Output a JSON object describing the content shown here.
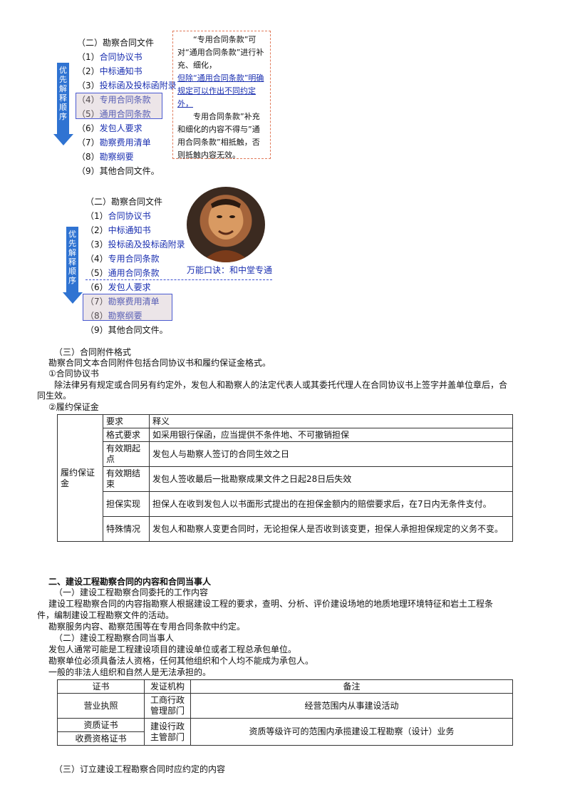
{
  "list1": {
    "title": "（二）勘察合同文件",
    "items": [
      {
        "num": "（1）",
        "text": "合同协议书"
      },
      {
        "num": "（2）",
        "text": "中标通知书"
      },
      {
        "num": "（3）",
        "text": "投标函及投标函附录"
      },
      {
        "num": "（4）",
        "text": "专用合同条款"
      },
      {
        "num": "（5）",
        "text": "通用合同条款"
      },
      {
        "num": "（6）",
        "text": "发包人要求"
      },
      {
        "num": "（7）",
        "text": "勘察费用清单"
      },
      {
        "num": "（8）",
        "text": "勘察纲要"
      },
      {
        "num": "（9）",
        "text": "其他合同文件。"
      }
    ],
    "arrow_text": "优先解释顺序"
  },
  "note": {
    "p1a": "“专用合同条款”可对“通用合同条款”进行补充、细化，",
    "p1b": "但除“通用合同条款”明确规定可以作出不同约定外，",
    "p2": "专用合同条款”补充和细化的内容不得与”通用合同条款”相抵触，否则抵触内容无效。"
  },
  "list2": {
    "title": "（二）勘察合同文件",
    "items": [
      {
        "num": "（1）",
        "text": "合同协议书"
      },
      {
        "num": "（2）",
        "text": "中标通知书"
      },
      {
        "num": "（3）",
        "text": "投标函及投标函附录"
      },
      {
        "num": "（4）",
        "text": "专用合同条款"
      },
      {
        "num": "（5）",
        "text": "通用合同条款"
      },
      {
        "num": "（6）",
        "text": "发包人要求"
      },
      {
        "num": "（7）",
        "text": "勘察费用清单"
      },
      {
        "num": "（8）",
        "text": "勘察纲要"
      },
      {
        "num": "（9）",
        "text": "其他合同文件。"
      }
    ],
    "arrow_text": "优先解释顺序",
    "caption": "万能口诀：和中堂专通"
  },
  "section3": {
    "heading": "（三）合同附件格式",
    "line1": "勘察合同文本合同附件包括合同协议书和履约保证金格式。",
    "sub1": "①合同协议书",
    "para1a": "除法律另有规定或合同另有约定外，发包人和勘察人的法定代表人或其委托代理人在合同协议书上签字并盖单位章后，合",
    "para1b": "同生效。",
    "sub2": "②履约保证金"
  },
  "table1": {
    "row_header": "履约保证金",
    "col1": "要求",
    "col2": "释义",
    "rows": [
      {
        "k": "格式要求",
        "v": "如采用银行保函，应当提供不条件地、不可撤销担保"
      },
      {
        "k": "有效期起点",
        "v": "发包人与勘察人签订的合同生效之日"
      },
      {
        "k": "有效期结束",
        "v": "发包人签收最后一批勘察成果文件之日起28日后失效"
      },
      {
        "k": "担保实现",
        "v": "担保人在收到发包人以书面形式提出的在担保金额内的赔偿要求后，在7日内无条件支付。"
      },
      {
        "k": "特殊情况",
        "v": "发包人和勘察人变更合同时，无论担保人是否收到该变更，担保人承担担保规定的义务不变。"
      }
    ]
  },
  "section_two": {
    "heading": "二、建设工程勘察合同的内容和合同当事人",
    "s1": "（一）建设工程勘察合同委托的工作内容",
    "s1p1a": "建设工程勘察合同的内容指勘察人根据建设工程的要求，查明、分析、评价建设场地的地质地理环境特征和岩土工程条",
    "s1p1b": "件，编制建设工程勘察文件的活动。",
    "s1p2": "勘察服务内容、勘察范围等在专用合同条款中约定。",
    "s2": "（二）建设工程勘察合同当事人",
    "s2p1": "发包人通常可能是工程建设项目的建设单位或者工程总承包单位。",
    "s2p2": "勘察单位必须具备法人资格，任何其他组织和个人均不能成为承包人。",
    "s2p3": "一般的非法人组织和自然人是无法承担的。"
  },
  "table2": {
    "h1": "证书",
    "h2": "发证机构",
    "h3": "备注",
    "r1c1": "营业执照",
    "r1c2": "工商行政管理部门",
    "r1c3": "经营范围内从事建设活动",
    "r2c1": "资质证书",
    "r3c1": "收费资格证书",
    "r2c2": "建设行政主管部门",
    "r2c3": "资质等级许可的范围内承揽建设工程勘察（设计）业务"
  },
  "section_three_two": {
    "heading": "（三）订立建设工程勘察合同时应约定的内容"
  }
}
